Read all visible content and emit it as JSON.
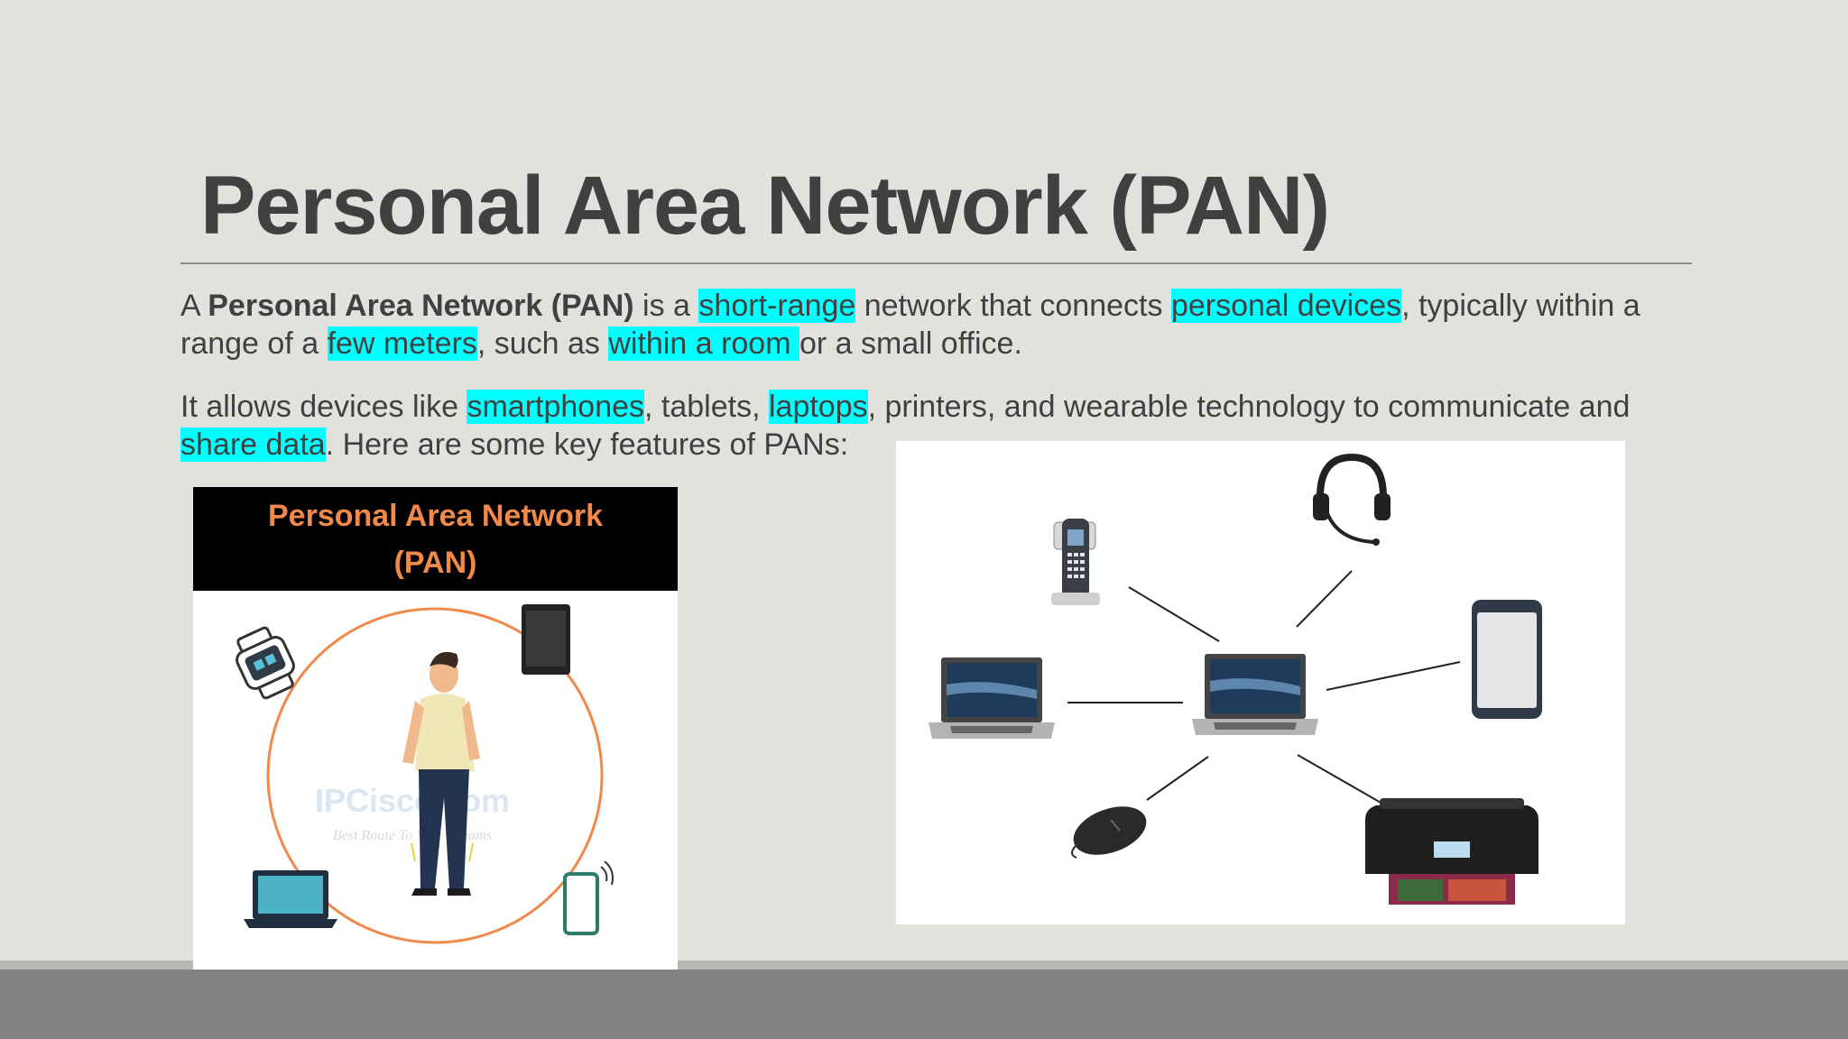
{
  "slide": {
    "title": "Personal Area Network (PAN)",
    "p1": {
      "s1": "A ",
      "b1": "Personal Area Network (PAN)",
      "s2": " is a ",
      "h1": "short-range",
      "s3": " network that connects ",
      "h2": "personal devices",
      "s4": ", typically within a range of a ",
      "h3": "few meters",
      "s5": ", such as ",
      "h4": "within a room ",
      "s6": "or a small office."
    },
    "p2": {
      "s1": "It allows devices like ",
      "h1": "smartphones",
      "s2": ", tablets, ",
      "h2": "laptops",
      "s3": ", printers, and wearable technology to communicate and ",
      "h3": "share data",
      "s4": ". Here are some key features of PANs:"
    }
  },
  "left_figure": {
    "header_line1": "Personal Area Network",
    "header_line2": "(PAN)",
    "watermark": "IPCisco.com",
    "watermark_tagline": "Best Route To Your Dreams"
  },
  "colors": {
    "highlight": "#00ffff",
    "background": "#e1e1dd",
    "text": "#404040",
    "footer": "#828282",
    "pan_orange": "#f0894a"
  }
}
